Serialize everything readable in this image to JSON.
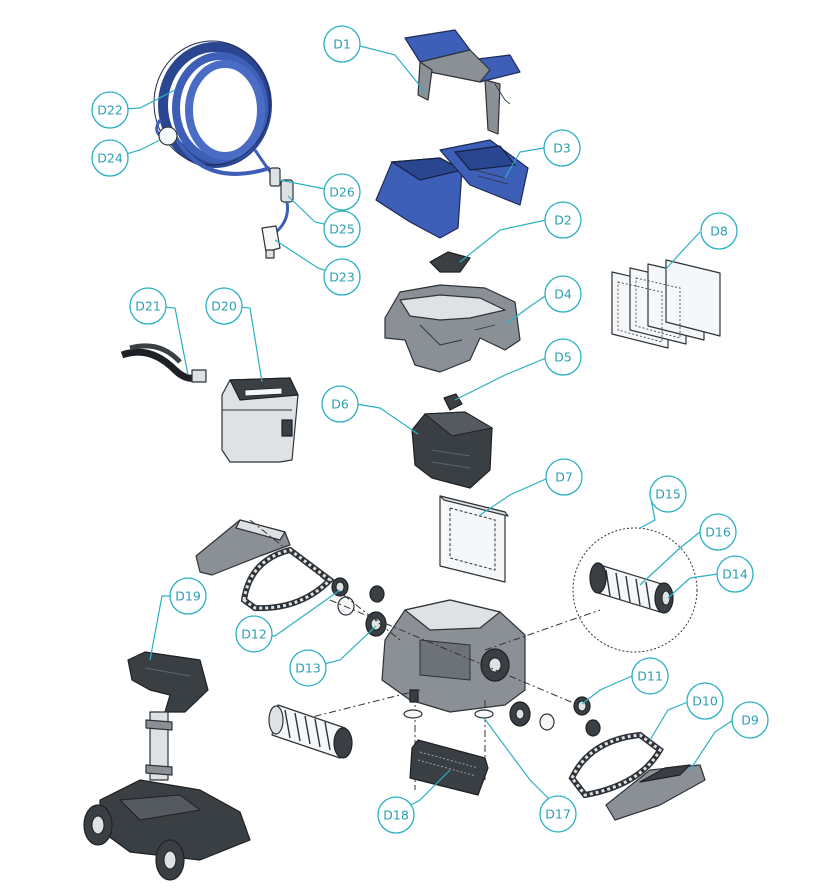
{
  "callouts": {
    "d1": "D1",
    "d2": "D2",
    "d3": "D3",
    "d4": "D4",
    "d5": "D5",
    "d6": "D6",
    "d7": "D7",
    "d8": "D8",
    "d9": "D9",
    "d10": "D10",
    "d11": "D11",
    "d12": "D12",
    "d13": "D13",
    "d14": "D14",
    "d15": "D15",
    "d16": "D16",
    "d17": "D17",
    "d18": "D18",
    "d19": "D19",
    "d20": "D20",
    "d21": "D21",
    "d22": "D22",
    "d23": "D23",
    "d24": "D24",
    "d25": "D25",
    "d26": "D26"
  },
  "colors": {
    "callout": "#2bb0c4",
    "body_blue": "#3d5fb8",
    "body_grey": "#8a9096",
    "dark": "#3a3f44"
  },
  "icons": {
    "d1": "handle-icon",
    "d2": "impeller-icon",
    "d3": "top-cover-icon",
    "d4": "frame-icon",
    "d5": "clip-icon",
    "d6": "motor-unit-icon",
    "d7": "filter-frame-icon",
    "d8": "filter-panels-icon",
    "d9": "side-plate-icon",
    "d10": "track-icon",
    "d11": "wheel-icon",
    "d12": "wheel-icon",
    "d13": "gear-icon",
    "d14": "brush-end-icon",
    "d15": "brush-detail-icon",
    "d16": "brush-roll-icon",
    "d17": "washer-icon",
    "d18": "bottom-filter-icon",
    "d19": "caddy-icon",
    "d20": "power-supply-icon",
    "d21": "power-cord-icon",
    "d22": "floating-cable-icon",
    "d23": "cable-plug-icon",
    "d24": "cable-float-icon",
    "d25": "swivel-icon",
    "d26": "connector-icon"
  }
}
